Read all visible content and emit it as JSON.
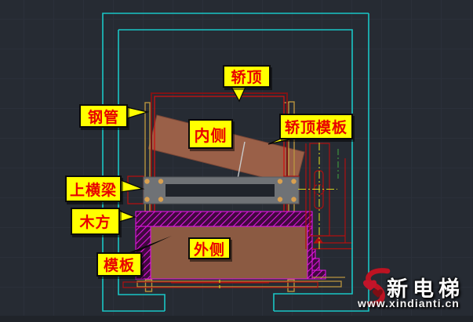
{
  "drawing": {
    "title_context": "elevator car-top formwork section (CAD)",
    "colors": {
      "shaft_wall": "#19c6c6",
      "frame_red": "#c01010",
      "frame_dark_red": "#7e1416",
      "wood_hatch": "#dd15dd",
      "formwork_brown": "#8b5a42",
      "beam_gray": "#6f7276",
      "pipe_tan": "#b8933f",
      "centerline_yellow": "#d6d61e",
      "callout_bg": "#ffff00",
      "callout_text": "#e80000"
    }
  },
  "callouts": {
    "jiaoding": "轿顶",
    "gangguan": "钢管",
    "neice": "内侧",
    "jiaoding_muban": "轿顶模板",
    "shang_heng_liang": "上横梁",
    "mufang": "木方",
    "waice": "外侧",
    "muban": "模板"
  },
  "watermark": {
    "brand": "新电梯",
    "site": "www.xindianti.cn"
  }
}
